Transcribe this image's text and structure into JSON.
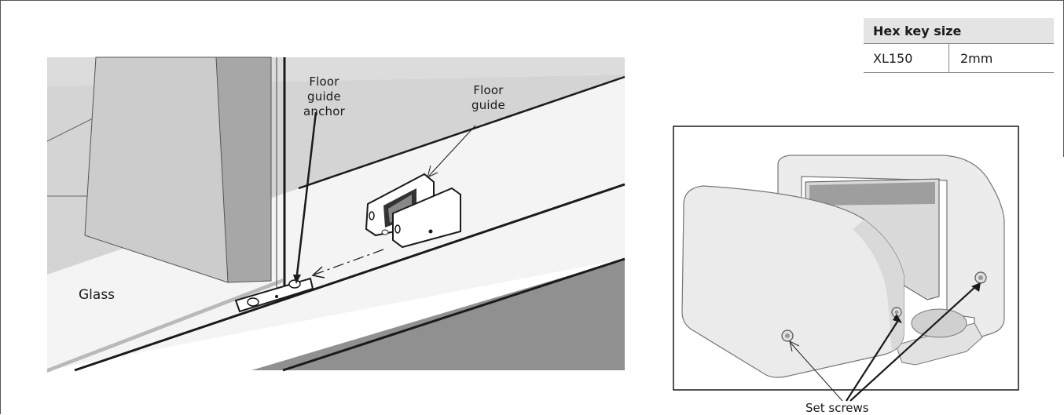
{
  "labels": {
    "floor_guide_anchor": [
      "Floor",
      "guide",
      "anchor"
    ],
    "floor_guide": [
      "Floor",
      "guide"
    ],
    "glass": "Glass",
    "set_screws": "Set screws"
  },
  "hex_table": {
    "header": "Hex key size",
    "rows": [
      {
        "model": "XL150",
        "size": "2mm"
      }
    ]
  },
  "colors": {
    "line": "#1a1a1a",
    "wall": "#d6d6d6",
    "floor": "#f2f2f2",
    "glass": "#b9b9b9",
    "header_bg": "#e4e4e4"
  }
}
